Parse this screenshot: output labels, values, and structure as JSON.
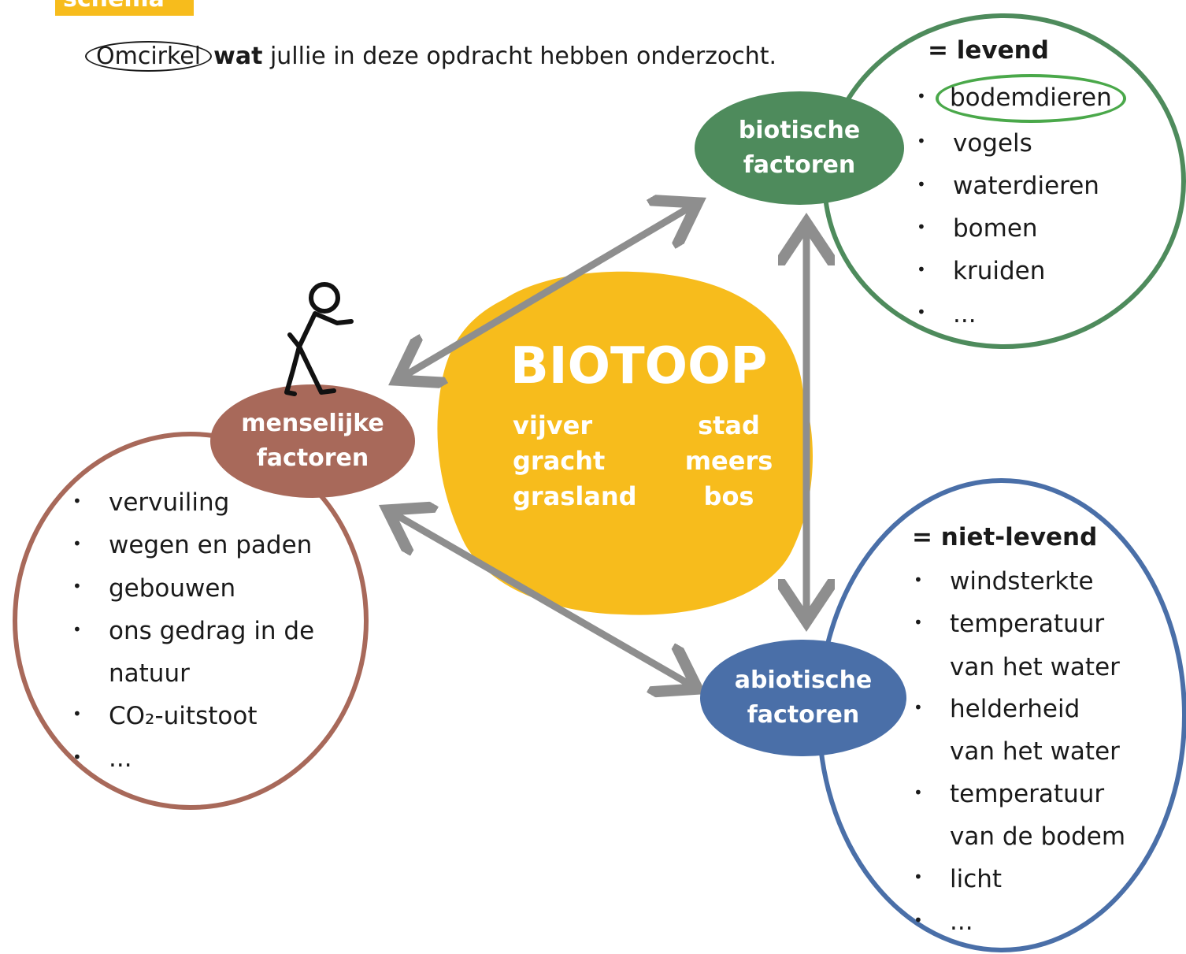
{
  "tag": "schema",
  "instruction": {
    "circled": "Omcirkel",
    "bold": "wat",
    "rest": " jullie in deze opdracht hebben onderzocht."
  },
  "biotoop": {
    "title": "BIOTOOP",
    "left": [
      "vijver",
      "gracht",
      "grasland"
    ],
    "right": [
      "stad",
      "meers",
      "bos"
    ]
  },
  "biotisch": {
    "label": [
      "biotische",
      "factoren"
    ],
    "header": "= levend",
    "items": [
      "bodemdieren",
      "vogels",
      "waterdieren",
      "bomen",
      "kruiden",
      "..."
    ],
    "highlighted": "bodemdieren"
  },
  "abiotisch": {
    "label": [
      "abiotische",
      "factoren"
    ],
    "header": "= niet-levend",
    "items": [
      "windsterkte",
      "temperatuur",
      "van het water",
      "helderheid",
      "van het water",
      "temperatuur",
      "van de bodem",
      "licht",
      "..."
    ]
  },
  "menselijk": {
    "label": [
      "menselijke",
      "factoren"
    ],
    "items": [
      "vervuiling",
      "wegen en paden",
      "gebouwen",
      "ons gedrag in de",
      "natuur",
      "CO₂-uitstoot",
      "..."
    ]
  },
  "colors": {
    "yellow": "#f7bc1c",
    "green": "#4e8b5c",
    "blue": "#4a6fa8",
    "brown": "#a8695a",
    "arrow": "#8e8e8e"
  },
  "icons": [
    "walking-person-icon"
  ]
}
